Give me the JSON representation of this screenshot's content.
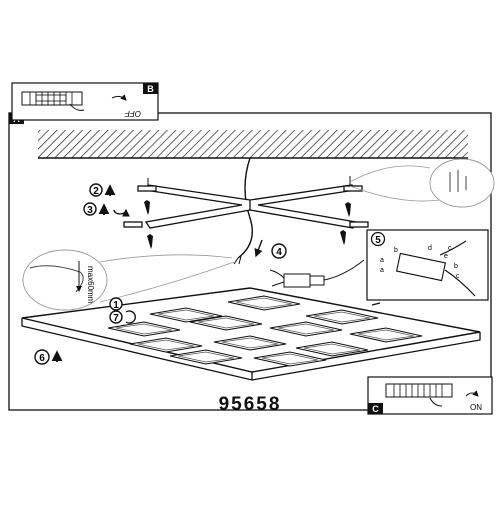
{
  "model_number": "95658",
  "panels": {
    "a": {
      "label": "A"
    },
    "b": {
      "label": "B",
      "switch_text": "OFF"
    },
    "c": {
      "label": "C",
      "switch_text": "ON"
    }
  },
  "steps": {
    "s1": "1",
    "s2": "2",
    "s3": "3",
    "s4": "4",
    "s5": "5",
    "s6": "6",
    "s7": "7"
  },
  "detail": {
    "max_label": "max60mm"
  },
  "connector_letters": {
    "a1": "a",
    "a2": "a",
    "b1": "b",
    "b2": "b",
    "c1": "c",
    "c2": "c",
    "d": "d",
    "e": "e"
  },
  "colors": {
    "line": "#111111",
    "background": "#ffffff"
  }
}
